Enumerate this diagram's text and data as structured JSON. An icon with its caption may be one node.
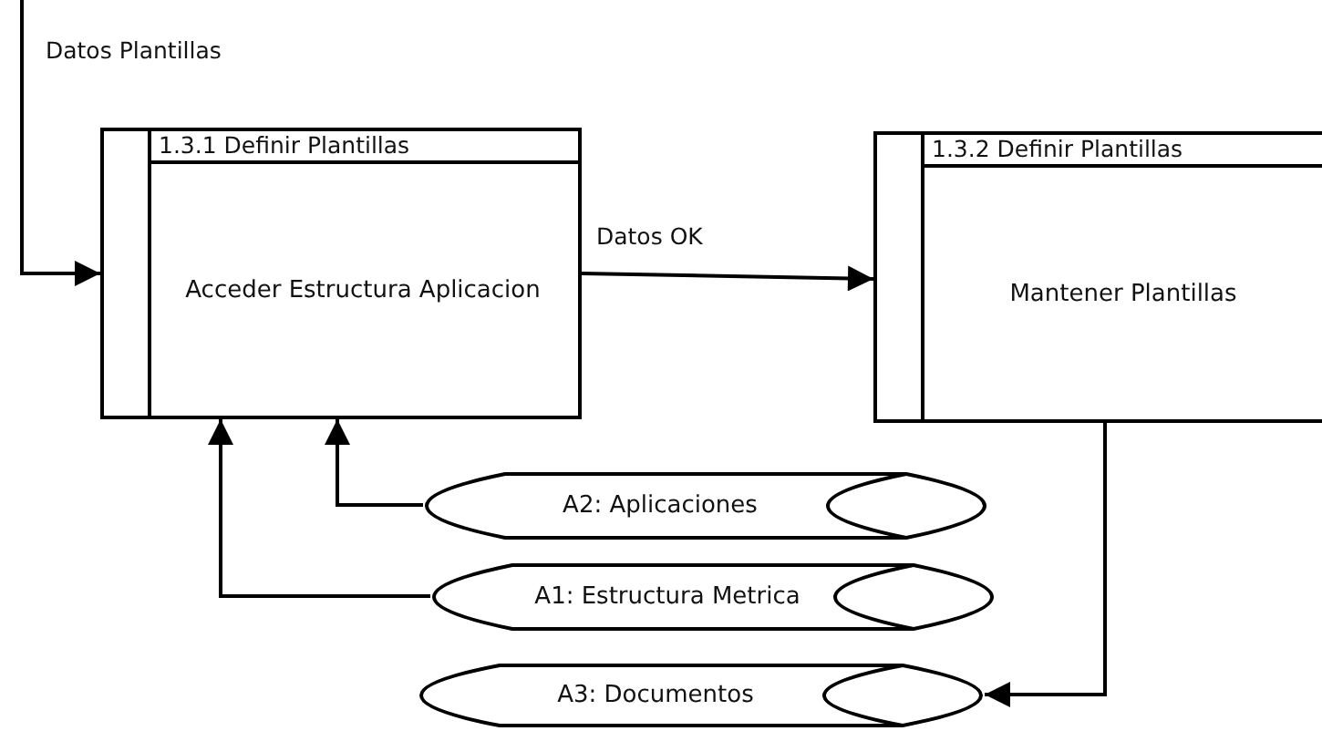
{
  "diagram": {
    "nodes": [
      {
        "text": [
          "1.3.1 Definir Plantillas",
          "Acceder Estructura Aplicacion"
        ]
      },
      {
        "text": [
          "1.3.2 Definir Plantillas",
          "Mantener Plantillas"
        ]
      },
      {
        "text": [
          "A2: Aplicaciones"
        ]
      },
      {
        "text": [
          "A1: Estructura Metrica"
        ]
      },
      {
        "text": [
          "A3: Documentos"
        ]
      }
    ],
    "edges": [
      {
        "from": null,
        "to": 0,
        "arrow": "to",
        "label": "Datos Plantillas"
      },
      {
        "from": 0,
        "to": 1,
        "arrow": "to",
        "label": "Datos OK"
      },
      {
        "from": 2,
        "to": 0,
        "arrow": "to"
      },
      {
        "from": 3,
        "to": 0,
        "arrow": "to"
      },
      {
        "from": 1,
        "to": 4,
        "arrow": "to"
      }
    ]
  }
}
